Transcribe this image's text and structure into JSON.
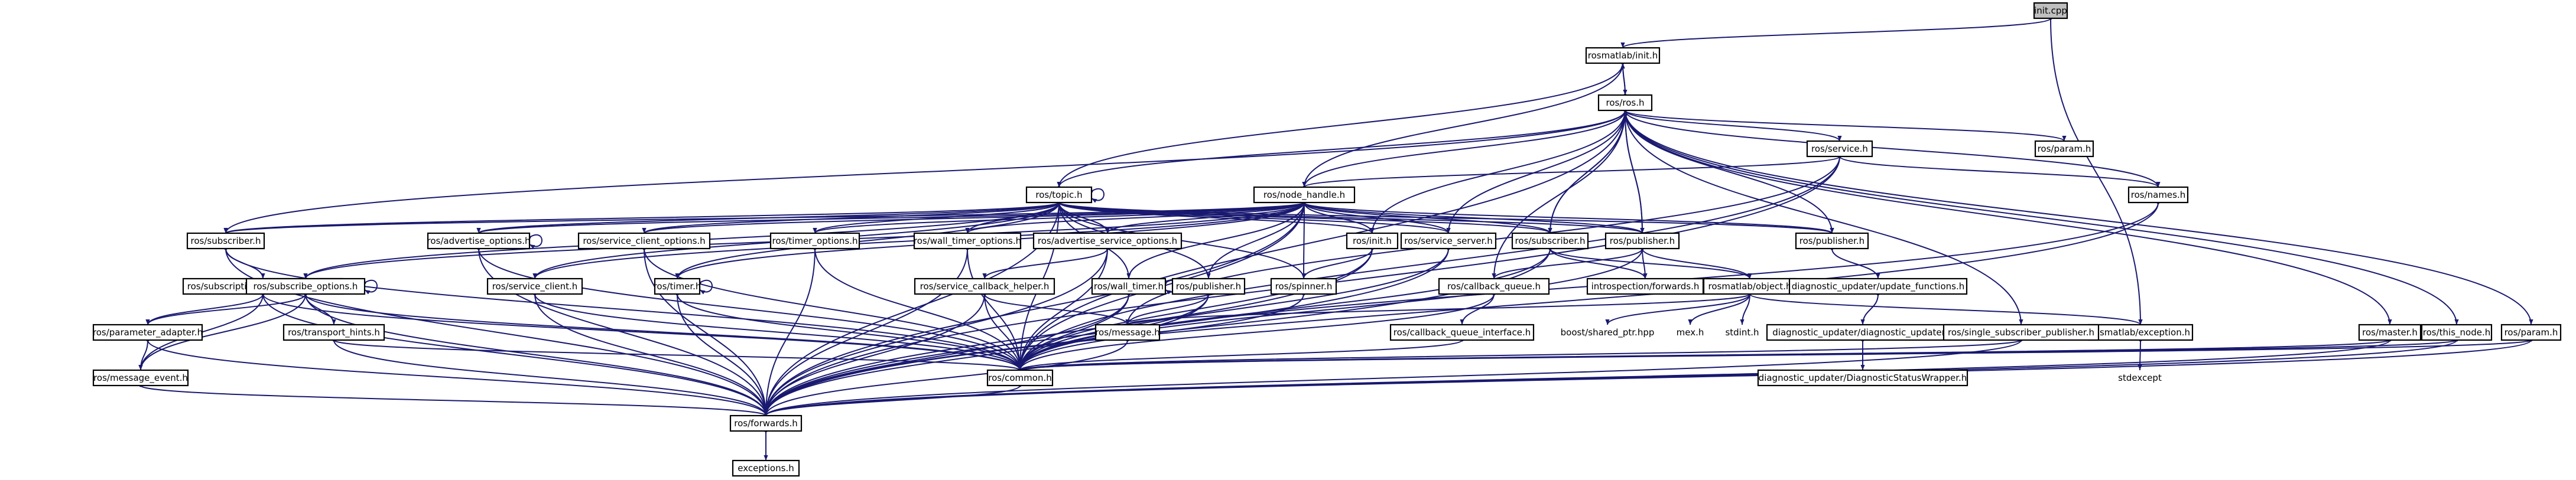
{
  "diagram": {
    "type": "include-dependency-graph",
    "root": "init.cpp",
    "colors": {
      "edge": "#191970",
      "node_border": "#000000",
      "node_fill": "#ffffff",
      "root_fill": "#bfbfbf",
      "background": "#ffffff"
    },
    "nodes": [
      {
        "id": "init_cpp",
        "label": "init.cpp",
        "root": true
      },
      {
        "id": "rosmatlab_init",
        "label": "rosmatlab/init.h"
      },
      {
        "id": "ros_ros",
        "label": "ros/ros.h"
      },
      {
        "id": "ros_service",
        "label": "ros/service.h"
      },
      {
        "id": "ros_param",
        "label": "ros/param.h"
      },
      {
        "id": "ros_topic",
        "label": "ros/topic.h"
      },
      {
        "id": "ros_node_handle",
        "label": "ros/node_handle.h"
      },
      {
        "id": "ros_names",
        "label": "ros/names.h"
      },
      {
        "id": "ros_subscriber_l",
        "label": "ros/subscriber.h"
      },
      {
        "id": "ros_advertise_options",
        "label": "ros/advertise_options.h"
      },
      {
        "id": "ros_service_client_options",
        "label": "ros/service_client_options.h"
      },
      {
        "id": "ros_timer_options",
        "label": "ros/timer_options.h"
      },
      {
        "id": "ros_wall_timer_options",
        "label": "ros/wall_timer_options.h"
      },
      {
        "id": "ros_advertise_service_options",
        "label": "ros/advertise_service_options.h"
      },
      {
        "id": "ros_init",
        "label": "ros/init.h"
      },
      {
        "id": "ros_service_server",
        "label": "ros/service_server.h"
      },
      {
        "id": "ros_subscriber_m",
        "label": "ros/subscriber.h"
      },
      {
        "id": "ros_publisher_m",
        "label": "ros/publisher.h"
      },
      {
        "id": "ros_publisher_r",
        "label": "ros/publisher.h"
      },
      {
        "id": "ros_subscription_callback_helper",
        "label": "ros/subscription_callback_helper.h"
      },
      {
        "id": "ros_subscribe_options",
        "label": "ros/subscribe_options.h"
      },
      {
        "id": "ros_service_client",
        "label": "ros/service_client.h"
      },
      {
        "id": "ros_timer",
        "label": "ros/timer.h"
      },
      {
        "id": "ros_service_callback_helper",
        "label": "ros/service_callback_helper.h"
      },
      {
        "id": "ros_wall_timer",
        "label": "ros/wall_timer.h"
      },
      {
        "id": "ros_publisher_l",
        "label": "ros/publisher.h"
      },
      {
        "id": "ros_spinner",
        "label": "ros/spinner.h"
      },
      {
        "id": "ros_callback_queue",
        "label": "ros/callback_queue.h"
      },
      {
        "id": "introspection_forwards",
        "label": "introspection/forwards.h"
      },
      {
        "id": "rosmatlab_object",
        "label": "rosmatlab/object.h"
      },
      {
        "id": "diag_update_functions",
        "label": "diagnostic_updater/update_functions.h"
      },
      {
        "id": "ros_parameter_adapter",
        "label": "ros/parameter_adapter.h"
      },
      {
        "id": "ros_transport_hints",
        "label": "ros/transport_hints.h"
      },
      {
        "id": "ros_message",
        "label": "ros/message.h"
      },
      {
        "id": "ros_callback_queue_interface",
        "label": "ros/callback_queue_interface.h"
      },
      {
        "id": "boost_shared_ptr",
        "label": "boost/shared_ptr.hpp",
        "plain": true
      },
      {
        "id": "mex_h",
        "label": "mex.h",
        "plain": true
      },
      {
        "id": "stdint_h",
        "label": "stdint.h",
        "plain": true
      },
      {
        "id": "diag_updater",
        "label": "diagnostic_updater/diagnostic_updater.h"
      },
      {
        "id": "rosmatlab_exception",
        "label": "rosmatlab/exception.h"
      },
      {
        "id": "ros_single_subscriber_publisher",
        "label": "ros/single_subscriber_publisher.h"
      },
      {
        "id": "ros_master",
        "label": "ros/master.h"
      },
      {
        "id": "ros_this_node",
        "label": "ros/this_node.h"
      },
      {
        "id": "ros_param_r",
        "label": "ros/param.h"
      },
      {
        "id": "stdexcept",
        "label": "stdexcept",
        "plain": true
      },
      {
        "id": "ros_message_event",
        "label": "ros/message_event.h"
      },
      {
        "id": "ros_common",
        "label": "ros/common.h"
      },
      {
        "id": "diag_status_wrapper",
        "label": "diagnostic_updater/DiagnosticStatusWrapper.h"
      },
      {
        "id": "ros_forwards",
        "label": "ros/forwards.h"
      },
      {
        "id": "exceptions_h",
        "label": "exceptions.h"
      }
    ],
    "edges": [
      [
        "init_cpp",
        "rosmatlab_init"
      ],
      [
        "init_cpp",
        "rosmatlab_exception"
      ],
      [
        "rosmatlab_init",
        "ros_ros"
      ],
      [
        "ros_ros",
        "rosmatlab_init"
      ],
      [
        "ros_ros",
        "ros_service"
      ],
      [
        "ros_ros",
        "ros_param"
      ],
      [
        "ros_ros",
        "ros_topic"
      ],
      [
        "ros_ros",
        "ros_node_handle"
      ],
      [
        "ros_ros",
        "ros_names"
      ],
      [
        "ros_ros",
        "ros_subscriber_l"
      ],
      [
        "ros_ros",
        "ros_init"
      ],
      [
        "ros_ros",
        "ros_service_server"
      ],
      [
        "ros_ros",
        "ros_subscriber_m"
      ],
      [
        "ros_ros",
        "ros_publisher_m"
      ],
      [
        "ros_ros",
        "ros_publisher_r"
      ],
      [
        "ros_ros",
        "ros_single_subscriber_publisher"
      ],
      [
        "ros_ros",
        "ros_master"
      ],
      [
        "ros_ros",
        "ros_this_node"
      ],
      [
        "ros_ros",
        "ros_param_r"
      ],
      [
        "ros_ros",
        "ros_common"
      ],
      [
        "ros_ros",
        "ros_callback_queue"
      ],
      [
        "ros_topic",
        "rosmatlab_init"
      ],
      [
        "ros_node_handle",
        "rosmatlab_init"
      ],
      [
        "ros_subscriber_m",
        "ros_ros"
      ],
      [
        "ros_publisher_m",
        "ros_ros"
      ],
      [
        "ros_topic",
        "ros_topic"
      ],
      [
        "ros_topic",
        "ros_subscriber_l"
      ],
      [
        "ros_topic",
        "ros_advertise_options"
      ],
      [
        "ros_topic",
        "ros_service_client_options"
      ],
      [
        "ros_topic",
        "ros_timer_options"
      ],
      [
        "ros_topic",
        "ros_wall_timer_options"
      ],
      [
        "ros_topic",
        "ros_advertise_service_options"
      ],
      [
        "ros_topic",
        "ros_subscribe_options"
      ],
      [
        "ros_topic",
        "ros_service_client"
      ],
      [
        "ros_topic",
        "ros_timer"
      ],
      [
        "ros_topic",
        "ros_wall_timer"
      ],
      [
        "ros_topic",
        "ros_publisher_l"
      ],
      [
        "ros_topic",
        "ros_spinner"
      ],
      [
        "ros_topic",
        "ros_init"
      ],
      [
        "ros_topic",
        "ros_service_server"
      ],
      [
        "ros_topic",
        "ros_subscriber_m"
      ],
      [
        "ros_topic",
        "ros_publisher_m"
      ],
      [
        "ros_topic",
        "ros_publisher_r"
      ],
      [
        "ros_topic",
        "ros_common"
      ],
      [
        "ros_topic",
        "ros_forwards"
      ],
      [
        "ros_node_handle",
        "ros_subscriber_l"
      ],
      [
        "ros_node_handle",
        "ros_advertise_options"
      ],
      [
        "ros_node_handle",
        "ros_service_client_options"
      ],
      [
        "ros_node_handle",
        "ros_timer_options"
      ],
      [
        "ros_node_handle",
        "ros_wall_timer_options"
      ],
      [
        "ros_node_handle",
        "ros_advertise_service_options"
      ],
      [
        "ros_node_handle",
        "ros_init"
      ],
      [
        "ros_node_handle",
        "ros_service_server"
      ],
      [
        "ros_node_handle",
        "ros_subscriber_m"
      ],
      [
        "ros_node_handle",
        "ros_publisher_m"
      ],
      [
        "ros_node_handle",
        "ros_publisher_r"
      ],
      [
        "ros_node_handle",
        "ros_subscribe_options"
      ],
      [
        "ros_node_handle",
        "ros_service_client"
      ],
      [
        "ros_node_handle",
        "ros_timer"
      ],
      [
        "ros_node_handle",
        "ros_wall_timer"
      ],
      [
        "ros_node_handle",
        "ros_publisher_l"
      ],
      [
        "ros_node_handle",
        "ros_spinner"
      ],
      [
        "ros_node_handle",
        "ros_forwards"
      ],
      [
        "ros_node_handle",
        "ros_common"
      ],
      [
        "ros_service",
        "ros_node_handle"
      ],
      [
        "ros_service",
        "ros_names"
      ],
      [
        "ros_service",
        "ros_common"
      ],
      [
        "ros_service",
        "ros_forwards"
      ],
      [
        "ros_service",
        "ros_message"
      ],
      [
        "ros_names",
        "ros_common"
      ],
      [
        "ros_names",
        "ros_forwards"
      ],
      [
        "ros_subscriber_l",
        "ros_subscription_callback_helper"
      ],
      [
        "ros_subscriber_l",
        "ros_common"
      ],
      [
        "ros_subscriber_l",
        "ros_forwards"
      ],
      [
        "ros_advertise_options",
        "ros_advertise_options"
      ],
      [
        "ros_advertise_options",
        "ros_common"
      ],
      [
        "ros_advertise_options",
        "ros_forwards"
      ],
      [
        "ros_service_client_options",
        "ros_common"
      ],
      [
        "ros_service_client_options",
        "ros_forwards"
      ],
      [
        "ros_timer_options",
        "ros_common"
      ],
      [
        "ros_timer_options",
        "ros_forwards"
      ],
      [
        "ros_wall_timer_options",
        "ros_common"
      ],
      [
        "ros_wall_timer_options",
        "ros_forwards"
      ],
      [
        "ros_advertise_service_options",
        "ros_service_callback_helper"
      ],
      [
        "ros_advertise_service_options",
        "ros_common"
      ],
      [
        "ros_advertise_service_options",
        "ros_forwards"
      ],
      [
        "ros_init",
        "ros_spinner"
      ],
      [
        "ros_init",
        "ros_common"
      ],
      [
        "ros_init",
        "ros_forwards"
      ],
      [
        "ros_service_server",
        "ros_common"
      ],
      [
        "ros_service_server",
        "ros_forwards"
      ],
      [
        "ros_subscriber_m",
        "ros_common"
      ],
      [
        "ros_subscriber_m",
        "ros_forwards"
      ],
      [
        "ros_subscriber_m",
        "introspection_forwards"
      ],
      [
        "ros_subscriber_m",
        "rosmatlab_object"
      ],
      [
        "ros_publisher_m",
        "ros_common"
      ],
      [
        "ros_publisher_m",
        "ros_callback_queue"
      ],
      [
        "ros_publisher_m",
        "introspection_forwards"
      ],
      [
        "ros_publisher_m",
        "rosmatlab_object"
      ],
      [
        "ros_publisher_r",
        "diag_update_functions"
      ],
      [
        "ros_subscription_callback_helper",
        "ros_parameter_adapter"
      ],
      [
        "ros_subscription_callback_helper",
        "ros_message_event"
      ],
      [
        "ros_subscription_callback_helper",
        "ros_common"
      ],
      [
        "ros_subscription_callback_helper",
        "ros_forwards"
      ],
      [
        "ros_subscribe_options",
        "ros_subscribe_options"
      ],
      [
        "ros_subscribe_options",
        "ros_transport_hints"
      ],
      [
        "ros_subscribe_options",
        "ros_message_event"
      ],
      [
        "ros_subscribe_options",
        "ros_parameter_adapter"
      ],
      [
        "ros_subscribe_options",
        "ros_common"
      ],
      [
        "ros_subscribe_options",
        "ros_forwards"
      ],
      [
        "ros_service_client",
        "ros_common"
      ],
      [
        "ros_service_client",
        "ros_forwards"
      ],
      [
        "ros_timer",
        "ros_timer"
      ],
      [
        "ros_timer",
        "ros_common"
      ],
      [
        "ros_timer",
        "ros_forwards"
      ],
      [
        "ros_service_callback_helper",
        "ros_message"
      ],
      [
        "ros_service_callback_helper",
        "ros_common"
      ],
      [
        "ros_service_callback_helper",
        "ros_forwards"
      ],
      [
        "ros_wall_timer",
        "ros_wall_timer"
      ],
      [
        "ros_wall_timer",
        "ros_common"
      ],
      [
        "ros_wall_timer",
        "ros_forwards"
      ],
      [
        "ros_publisher_l",
        "ros_message"
      ],
      [
        "ros_publisher_l",
        "ros_common"
      ],
      [
        "ros_publisher_l",
        "ros_forwards"
      ],
      [
        "ros_spinner",
        "ros_common"
      ],
      [
        "ros_callback_queue",
        "ros_callback_queue_interface"
      ],
      [
        "ros_callback_queue",
        "ros_common"
      ],
      [
        "ros_callback_queue_interface",
        "ros_common"
      ],
      [
        "rosmatlab_object",
        "boost_shared_ptr"
      ],
      [
        "rosmatlab_object",
        "mex_h"
      ],
      [
        "rosmatlab_object",
        "stdint_h"
      ],
      [
        "rosmatlab_object",
        "rosmatlab_exception"
      ],
      [
        "rosmatlab_object",
        "ros_message"
      ],
      [
        "diag_update_functions",
        "diag_updater"
      ],
      [
        "diag_updater",
        "diag_status_wrapper"
      ],
      [
        "ros_parameter_adapter",
        "ros_message_event"
      ],
      [
        "ros_parameter_adapter",
        "ros_forwards"
      ],
      [
        "ros_transport_hints",
        "ros_common"
      ],
      [
        "ros_transport_hints",
        "ros_forwards"
      ],
      [
        "ros_message",
        "ros_forwards"
      ],
      [
        "rosmatlab_exception",
        "stdexcept"
      ],
      [
        "ros_single_subscriber_publisher",
        "ros_common"
      ],
      [
        "ros_single_subscriber_publisher",
        "ros_forwards"
      ],
      [
        "ros_master",
        "ros_common"
      ],
      [
        "ros_master",
        "ros_forwards"
      ],
      [
        "ros_this_node",
        "ros_common"
      ],
      [
        "ros_this_node",
        "ros_forwards"
      ],
      [
        "ros_param_r",
        "ros_common"
      ],
      [
        "ros_param_r",
        "ros_forwards"
      ],
      [
        "ros_message_event",
        "ros_forwards"
      ],
      [
        "ros_common",
        "ros_forwards"
      ],
      [
        "ros_forwards",
        "exceptions_h"
      ]
    ]
  }
}
